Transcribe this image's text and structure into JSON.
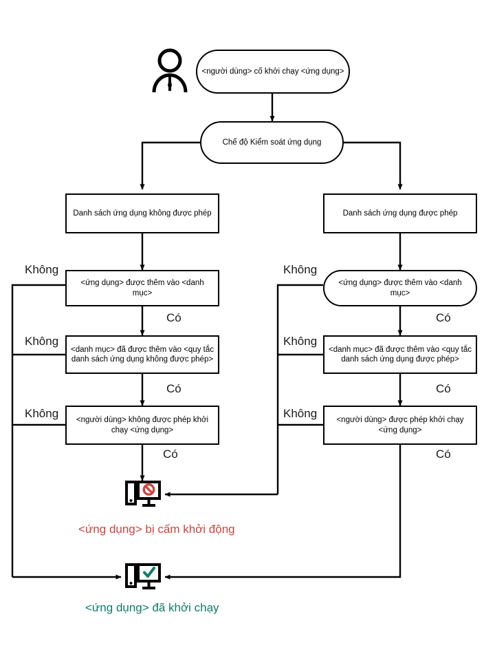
{
  "diagram": {
    "type": "flowchart",
    "title": "Application Control mode decision flow",
    "actor": {
      "name": "user-actor-icon",
      "label": ""
    },
    "nodes": {
      "start": {
        "text": "<người dùng> cố khởi chạy <ứng dụng>",
        "shape": "stadium"
      },
      "mode": {
        "text": "Chế độ Kiểm soát ứng dụng",
        "shape": "stadium"
      },
      "denylist": {
        "text": "Danh sách ứng dụng không được phép",
        "shape": "rect"
      },
      "allowlist": {
        "text": "Danh sách ứng dụng được phép",
        "shape": "rect"
      },
      "left_q1": {
        "text": "<ứng dụng> được thêm vào <danh mục>",
        "shape": "rect"
      },
      "left_q2": {
        "text": "<danh mục> đã được thêm vào <quy tắc danh sách ứng dụng không được phép>",
        "shape": "rect"
      },
      "left_q3": {
        "text": "<người dùng> không được phép khởi chạy <ứng dụng>",
        "shape": "rect"
      },
      "right_q1": {
        "text": "<ứng dụng> được thêm vào <danh mục>",
        "shape": "stadium"
      },
      "right_q2": {
        "text": "<danh mục> đã được thêm vào <quy tắc danh sách ứng dụng được phép>",
        "shape": "rect"
      },
      "right_q3": {
        "text": "<người dùng> được phép khởi chạy <ứng dụng>",
        "shape": "rect"
      }
    },
    "edge_labels": {
      "no": "Không",
      "yes": "Có"
    },
    "edges": [
      {
        "from": "start",
        "to": "mode",
        "label": ""
      },
      {
        "from": "mode",
        "to": "denylist",
        "label": ""
      },
      {
        "from": "mode",
        "to": "allowlist",
        "label": ""
      },
      {
        "from": "denylist",
        "to": "left_q1",
        "label": ""
      },
      {
        "from": "left_q1",
        "to": "left_q2",
        "label": "Có"
      },
      {
        "from": "left_q1",
        "to": "allowed_outcome",
        "label": "Không"
      },
      {
        "from": "left_q2",
        "to": "left_q3",
        "label": "Có"
      },
      {
        "from": "left_q2",
        "to": "allowed_outcome",
        "label": "Không"
      },
      {
        "from": "left_q3",
        "to": "denied_outcome",
        "label": "Có"
      },
      {
        "from": "left_q3",
        "to": "allowed_outcome",
        "label": "Không"
      },
      {
        "from": "allowlist",
        "to": "right_q1",
        "label": ""
      },
      {
        "from": "right_q1",
        "to": "right_q2",
        "label": "Có"
      },
      {
        "from": "right_q1",
        "to": "denied_outcome",
        "label": "Không"
      },
      {
        "from": "right_q2",
        "to": "right_q3",
        "label": "Có"
      },
      {
        "from": "right_q2",
        "to": "denied_outcome",
        "label": "Không"
      },
      {
        "from": "right_q3",
        "to": "allowed_outcome",
        "label": "Có"
      },
      {
        "from": "right_q3",
        "to": "denied_outcome",
        "label": "Không"
      }
    ],
    "outcomes": {
      "denied": {
        "icon": "computer-blocked-icon",
        "text": "<ứng dụng> bị cấm khởi động",
        "color": "#cf4440"
      },
      "allowed": {
        "icon": "computer-allowed-icon",
        "text": "<ứng dụng> đã khởi chạy",
        "color": "#0f7c6a"
      }
    },
    "labels": {
      "left_no_1": "Không",
      "left_no_2": "Không",
      "left_no_3": "Không",
      "left_yes_1": "Có",
      "left_yes_2": "Có",
      "left_yes_3": "Có",
      "right_no_1": "Không",
      "right_no_2": "Không",
      "right_no_3": "Không",
      "right_yes_1": "Có",
      "right_yes_2": "Có",
      "right_yes_3": "Có"
    },
    "colors": {
      "stroke": "#000000",
      "denied": "#cf4440",
      "allowed": "#0f7c6a",
      "background": "#ffffff"
    }
  }
}
